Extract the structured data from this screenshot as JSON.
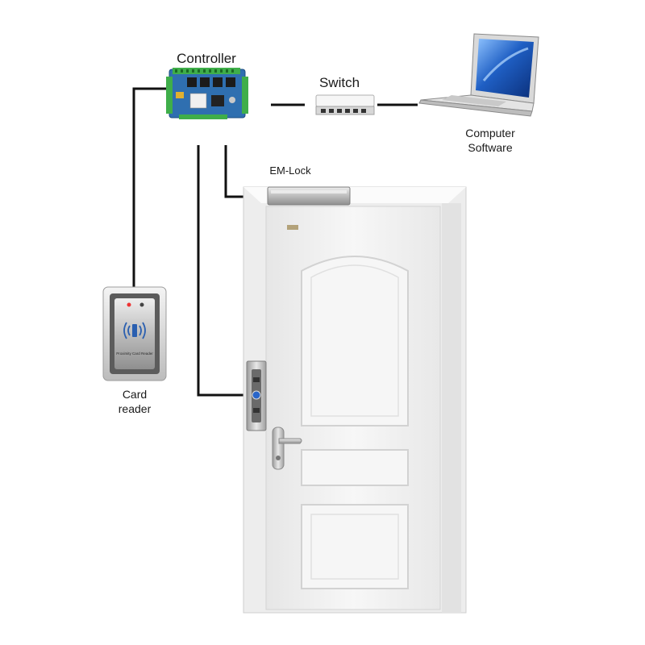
{
  "labels": {
    "controller": "Controller",
    "switch": "Switch",
    "em_lock": "EM-Lock",
    "computer_line1": "Computer",
    "computer_line2": "Software",
    "card_line1": "Card",
    "card_line2": "reader"
  },
  "devices": {
    "card_reader_text": "Proximity Card Reader"
  },
  "colors": {
    "wire": "#111111",
    "controller_board": "#2f6fb0",
    "terminal_green": "#3fae4a",
    "laptop_screen": "#1f5fc4",
    "door": "#f2f2f2",
    "lock_metal": "#c8c8c8"
  }
}
